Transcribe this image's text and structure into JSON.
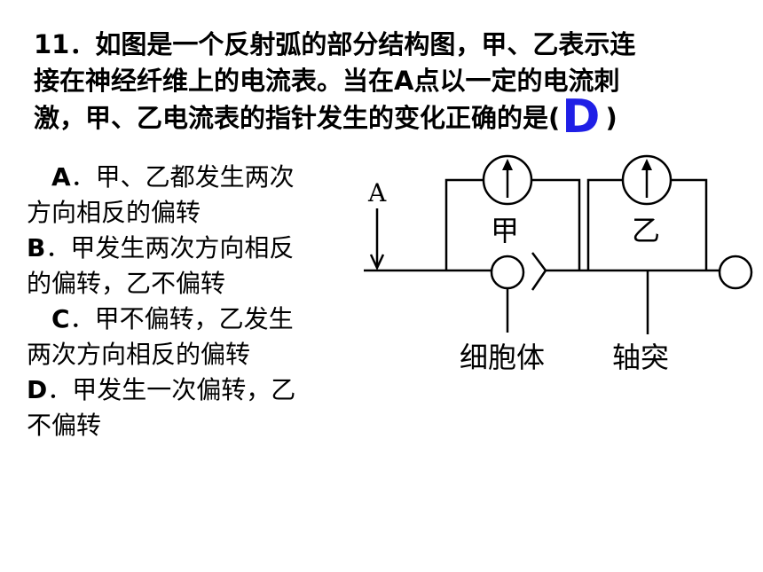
{
  "question": {
    "number": "11",
    "line1": "．如图是一个反射弧的部分结构图，甲、乙表示连",
    "line2": "接在神经纤维上的电流表。当在A点以一定的电流刺",
    "line3_before": "激，甲、乙电流表的指针发生的变化正确的是(",
    "answer": "D",
    "line3_after": ")"
  },
  "options": [
    {
      "letter": "A",
      "text_l1": "．甲、乙都发生两次",
      "text_l2": "方向相反的偏转"
    },
    {
      "letter": "B",
      "text_l1": "．甲发生两次方向相反",
      "text_l2": "的偏转，乙不偏转"
    },
    {
      "letter": "C",
      "text_l1": "．甲不偏转，乙发生",
      "text_l2": "两次方向相反的偏转"
    },
    {
      "letter": "D",
      "text_l1": "．甲发生一次偏转，乙",
      "text_l2": "不偏转"
    }
  ],
  "diagram": {
    "point_label": "A",
    "meter1_label": "甲",
    "meter2_label": "乙",
    "cell_body_label": "细胞体",
    "axon_label": "轴突"
  },
  "colors": {
    "answer": "#1f1fe6",
    "text": "#000000"
  }
}
